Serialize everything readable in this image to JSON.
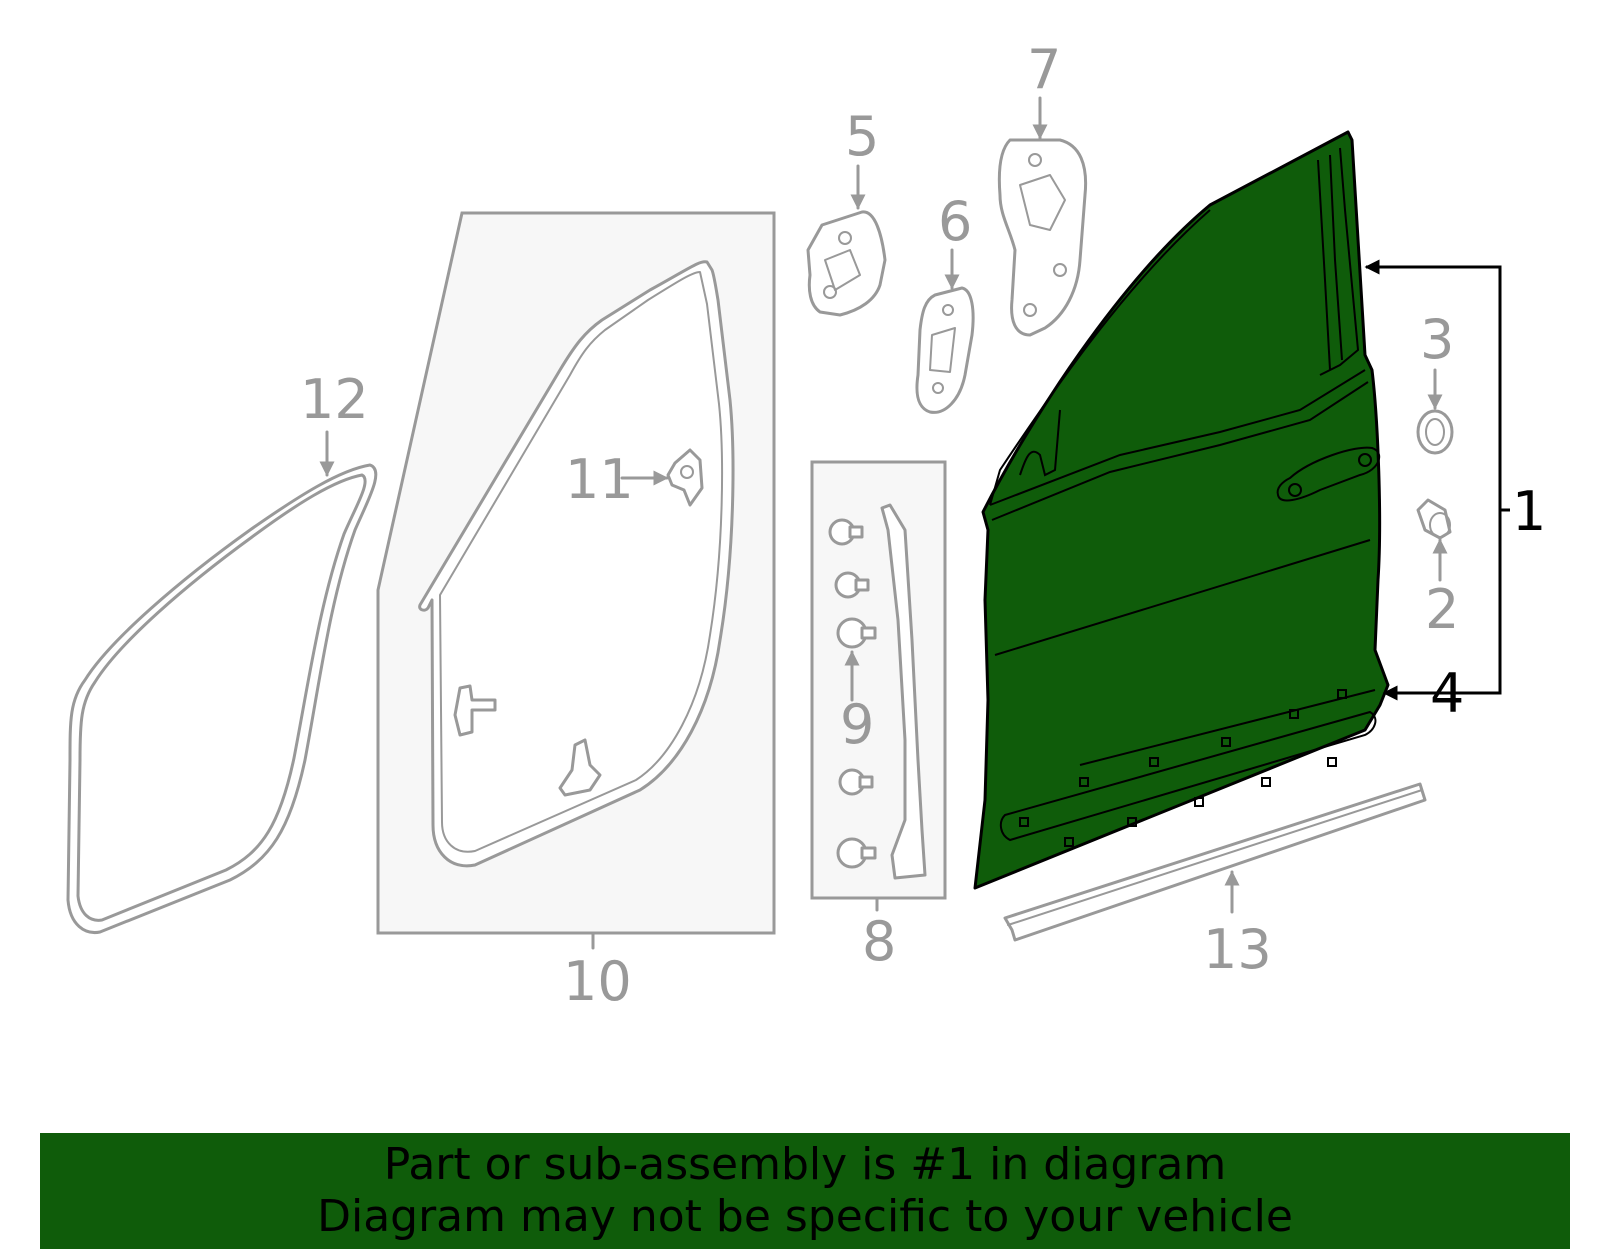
{
  "callouts": {
    "c1": "1",
    "c2": "2",
    "c3": "3",
    "c4": "4",
    "c5": "5",
    "c6": "6",
    "c7": "7",
    "c8": "8",
    "c9": "9",
    "c10": "10",
    "c11": "11",
    "c12": "12",
    "c13": "13"
  },
  "banner": {
    "line1": "Part or sub-assembly is #1 in diagram",
    "line2": "Diagram may not be specific to your vehicle"
  },
  "colors": {
    "highlight": "#0f5c0a",
    "outline": "#999999"
  }
}
